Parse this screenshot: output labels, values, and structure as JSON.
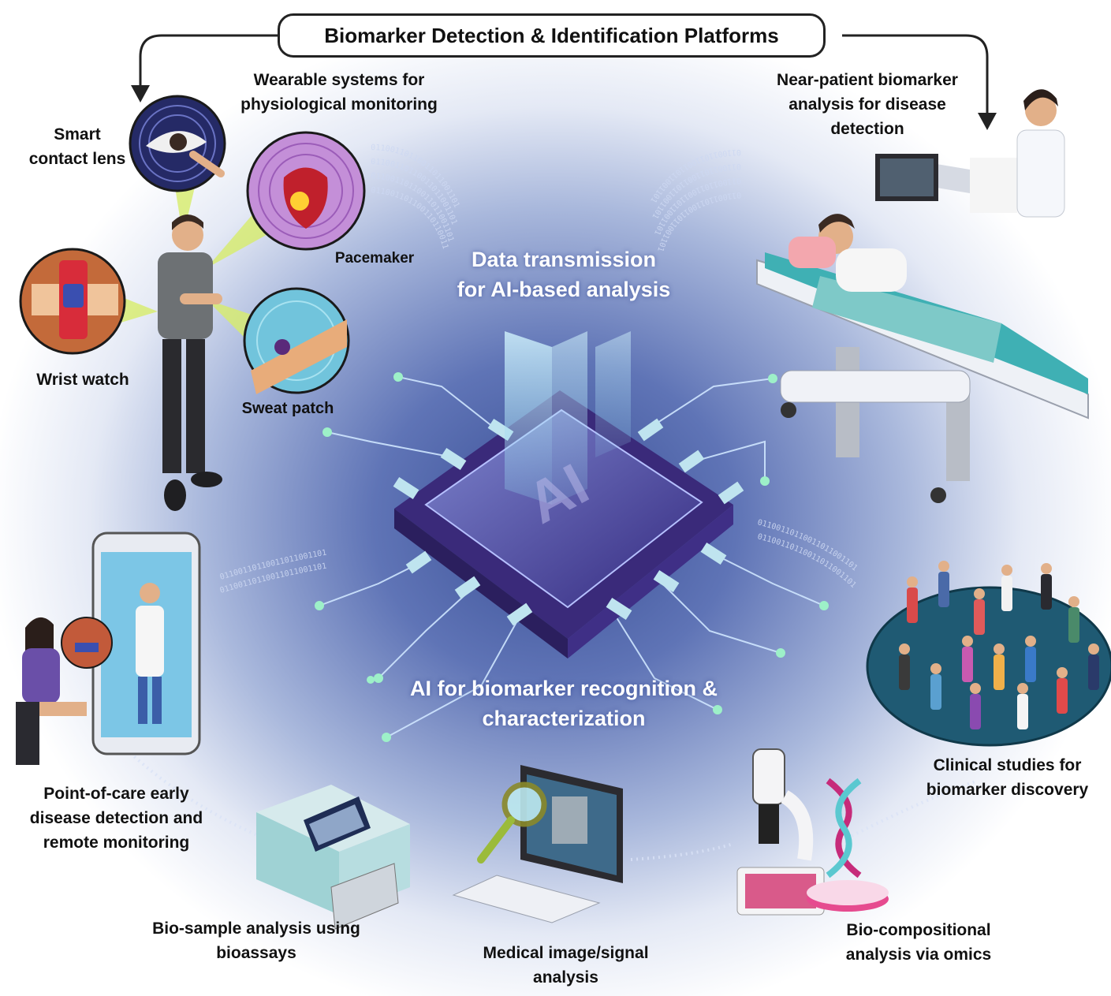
{
  "title": "Biomarker Detection & Identification Platforms",
  "center": {
    "top": [
      "Data transmission",
      "for AI-based analysis"
    ],
    "bottom": [
      "AI for biomarker recognition &",
      "characterization"
    ],
    "chip_label": "AI"
  },
  "wearables": {
    "heading": [
      "Wearable systems for",
      "physiological monitoring"
    ],
    "smart_contact_lens": [
      "Smart",
      "contact lens"
    ],
    "pacemaker": "Pacemaker",
    "wrist_watch": "Wrist watch",
    "sweat_patch": "Sweat patch"
  },
  "near_patient": [
    "Near-patient biomarker",
    "analysis for disease",
    "detection"
  ],
  "clinical": [
    "Clinical studies for",
    "biomarker discovery"
  ],
  "omics": [
    "Bio-compositional",
    "analysis via omics"
  ],
  "imaging": [
    "Medical image/signal",
    "analysis"
  ],
  "bioassay": [
    "Bio-sample analysis using",
    "bioassays"
  ],
  "poc": [
    "Point-of-care early",
    "disease detection and",
    "remote monitoring"
  ],
  "binary_stream": "01100110110011011001101",
  "colors": {
    "background_center": "#3a4f96",
    "chip": "#3d2f86",
    "circuit": "#cfe6ff",
    "bed_mattress": "#3fb0b4",
    "title_border": "#222222"
  }
}
